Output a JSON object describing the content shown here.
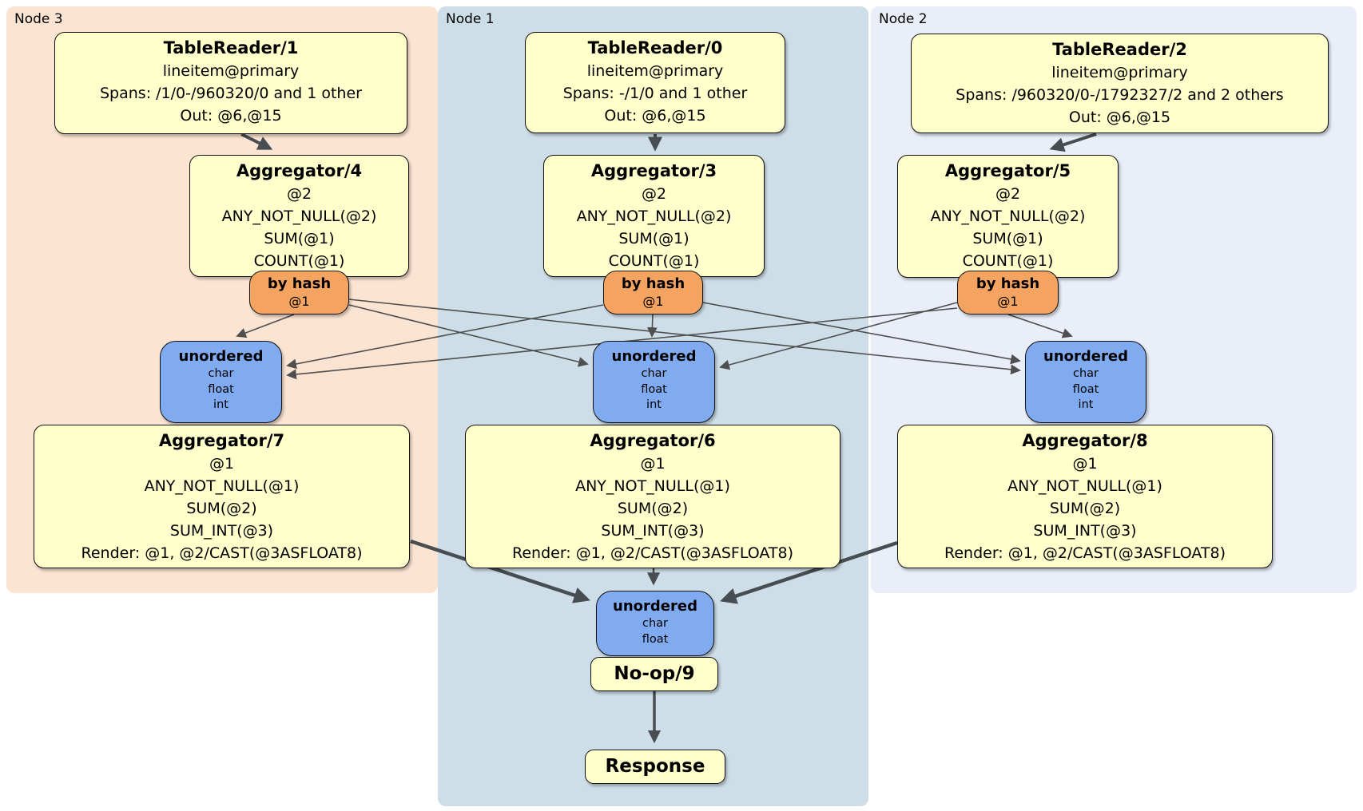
{
  "colors": {
    "node3_bg": "#FCE4D3",
    "node1_bg": "#CEDEE8",
    "node2_bg": "#E9EEF8",
    "operator_bg": "#FFFFCC",
    "router_bg": "#F4A460",
    "stream_bg": "#80ABF0",
    "edge_thick": "#484D51",
    "edge_thin": "#4F4F4F",
    "border": "#111111"
  },
  "nodes": {
    "node3": {
      "label": "Node 3"
    },
    "node1": {
      "label": "Node 1"
    },
    "node2": {
      "label": "Node 2"
    }
  },
  "boxes": {
    "tr1": {
      "title": "TableReader/1",
      "lines": [
        "lineitem@primary",
        "Spans: /1/0-/960320/0 and 1 other",
        "Out: @6,@15"
      ]
    },
    "tr0": {
      "title": "TableReader/0",
      "lines": [
        "lineitem@primary",
        "Spans: -/1/0 and 1 other",
        "Out: @6,@15"
      ]
    },
    "tr2": {
      "title": "TableReader/2",
      "lines": [
        "lineitem@primary",
        "Spans: /960320/0-/1792327/2 and 2 others",
        "Out: @6,@15"
      ]
    },
    "agg4": {
      "title": "Aggregator/4",
      "lines": [
        "@2",
        "ANY_NOT_NULL(@2)",
        "SUM(@1)",
        "COUNT(@1)"
      ]
    },
    "agg3": {
      "title": "Aggregator/3",
      "lines": [
        "@2",
        "ANY_NOT_NULL(@2)",
        "SUM(@1)",
        "COUNT(@1)"
      ]
    },
    "agg5": {
      "title": "Aggregator/5",
      "lines": [
        "@2",
        "ANY_NOT_NULL(@2)",
        "SUM(@1)",
        "COUNT(@1)"
      ]
    },
    "hash3": {
      "title": "by hash",
      "detail": "@1"
    },
    "hash1": {
      "title": "by hash",
      "detail": "@1"
    },
    "hash2": {
      "title": "by hash",
      "detail": "@1"
    },
    "sync3": {
      "title": "unordered",
      "items": [
        "char",
        "float",
        "int"
      ]
    },
    "sync1": {
      "title": "unordered",
      "items": [
        "char",
        "float",
        "int"
      ]
    },
    "sync2": {
      "title": "unordered",
      "items": [
        "char",
        "float",
        "int"
      ]
    },
    "agg7": {
      "title": "Aggregator/7",
      "lines": [
        "@1",
        "ANY_NOT_NULL(@1)",
        "SUM(@2)",
        "SUM_INT(@3)",
        "Render: @1, @2/CAST(@3ASFLOAT8)"
      ]
    },
    "agg6": {
      "title": "Aggregator/6",
      "lines": [
        "@1",
        "ANY_NOT_NULL(@1)",
        "SUM(@2)",
        "SUM_INT(@3)",
        "Render: @1, @2/CAST(@3ASFLOAT8)"
      ]
    },
    "agg8": {
      "title": "Aggregator/8",
      "lines": [
        "@1",
        "ANY_NOT_NULL(@1)",
        "SUM(@2)",
        "SUM_INT(@3)",
        "Render: @1, @2/CAST(@3ASFLOAT8)"
      ]
    },
    "syncFinal": {
      "title": "unordered",
      "items": [
        "char",
        "float"
      ]
    },
    "noop": {
      "title": "No-op/9"
    },
    "response": {
      "title": "Response"
    }
  }
}
